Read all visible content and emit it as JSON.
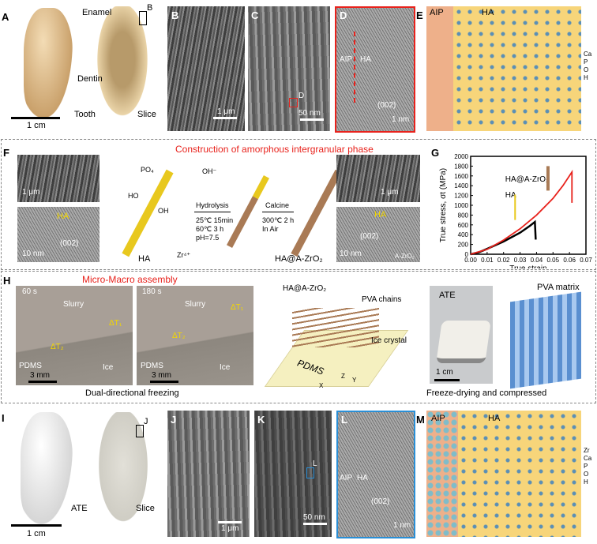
{
  "panels": {
    "A": {
      "label": "A",
      "enamel": "Enamel",
      "dentin": "Dentin",
      "tooth": "Tooth",
      "slice": "Slice",
      "scale": "1 cm",
      "box": "B"
    },
    "B": {
      "label": "B",
      "scale": "1 μm"
    },
    "C": {
      "label": "C",
      "scale": "50 nm",
      "box": "D"
    },
    "D": {
      "label": "D",
      "aip": "AIP",
      "ha": "HA",
      "plane": "(002)",
      "scale": "1 nm"
    },
    "E": {
      "label": "E",
      "aip": "AIP",
      "ha": "HA",
      "legend": [
        "Ca",
        "P",
        "O",
        "H"
      ]
    },
    "F": {
      "label": "F",
      "title": "Construction of amorphous intergranular phase",
      "scale_top": "1 μm",
      "scale_bottom": "10 nm",
      "ha_tem": "HA",
      "plane": "(002)",
      "ha_caption": "HA",
      "oh": "OH⁻",
      "zr": "Zr⁴⁺",
      "po4": "PO₄",
      "ho": "HO",
      "oh_group": "OH",
      "hydrolysis": "Hydrolysis",
      "hydrolysis_conditions": [
        "25℃ 15min",
        "60℃ 3 h",
        "pH=7.5"
      ],
      "calcine": "Calcine",
      "calcine_conditions": [
        "300℃ 2 h",
        "In Air"
      ],
      "product_caption": "HA@A-ZrO₂",
      "scale_top_right": "1 μm",
      "scale_bottom_right": "10 nm",
      "ha_tem_right": "HA",
      "plane_right": "(002)",
      "azro2": "A-ZrO₂"
    },
    "G": {
      "label": "G"
    },
    "H": {
      "label": "H",
      "title": "Micro-Macro assembly",
      "t1": "60 s",
      "t2": "180 s",
      "slurry": "Slurry",
      "pdms": "PDMS",
      "ice": "Ice",
      "dt1": "ΔT₁",
      "dt2": "ΔT₂",
      "scale": "3 mm",
      "caption_left": "Dual-directional freezing",
      "ha_azro2": "HA@A-ZrO₂",
      "pva_chains": "PVA chains",
      "ice_crystal": "Ice crystal",
      "pdms_block": "PDMS",
      "axes": [
        "Z",
        "X",
        "Y"
      ],
      "ate": "ATE",
      "scale_right": "1 cm",
      "caption_right": "Freeze-drying and compressed",
      "pva_matrix": "PVA matrix"
    },
    "I": {
      "label": "I",
      "ate": "ATE",
      "slice": "Slice",
      "scale": "1 cm",
      "box": "J"
    },
    "J": {
      "label": "J",
      "scale": "1 μm"
    },
    "K": {
      "label": "K",
      "scale": "50 nm",
      "box": "L"
    },
    "L": {
      "label": "L",
      "aip": "AIP",
      "ha": "HA",
      "plane": "(002)",
      "scale": "1 nm"
    },
    "M": {
      "label": "M",
      "aip": "AIP",
      "ha": "HA",
      "legend": [
        "Zr",
        "Ca",
        "P",
        "O",
        "H"
      ]
    }
  },
  "colors": {
    "accent_red": "#e8221c",
    "aip": "#eeb08a",
    "ha": "#f7d57a",
    "frame_blue": "#2a8fd6",
    "rod_yellow": "#e8c81e",
    "rod_brown": "#a97a55"
  },
  "chart_data": {
    "type": "line",
    "xlabel": "True strain",
    "ylabel": "True stress, σt (MPa)",
    "xlim": [
      0,
      0.07
    ],
    "ylim": [
      0,
      2000
    ],
    "xticks": [
      "0.00",
      "0.01",
      "0.02",
      "0.03",
      "0.04",
      "0.05",
      "0.06",
      "0.07"
    ],
    "yticks": [
      "0",
      "200",
      "400",
      "600",
      "800",
      "1000",
      "1200",
      "1400",
      "1600",
      "1800",
      "2000"
    ],
    "series": [
      {
        "name": "HA",
        "color": "#000000",
        "points": [
          [
            0,
            0
          ],
          [
            0.005,
            40
          ],
          [
            0.01,
            110
          ],
          [
            0.02,
            260
          ],
          [
            0.03,
            440
          ],
          [
            0.036,
            580
          ],
          [
            0.039,
            660
          ],
          [
            0.0395,
            300
          ]
        ]
      },
      {
        "name": "HA@A-ZrO₂",
        "color": "#e8221c",
        "points": [
          [
            0,
            0
          ],
          [
            0.01,
            100
          ],
          [
            0.02,
            290
          ],
          [
            0.03,
            520
          ],
          [
            0.04,
            800
          ],
          [
            0.05,
            1140
          ],
          [
            0.056,
            1400
          ],
          [
            0.0615,
            1680
          ],
          [
            0.0615,
            1050
          ]
        ]
      }
    ]
  }
}
